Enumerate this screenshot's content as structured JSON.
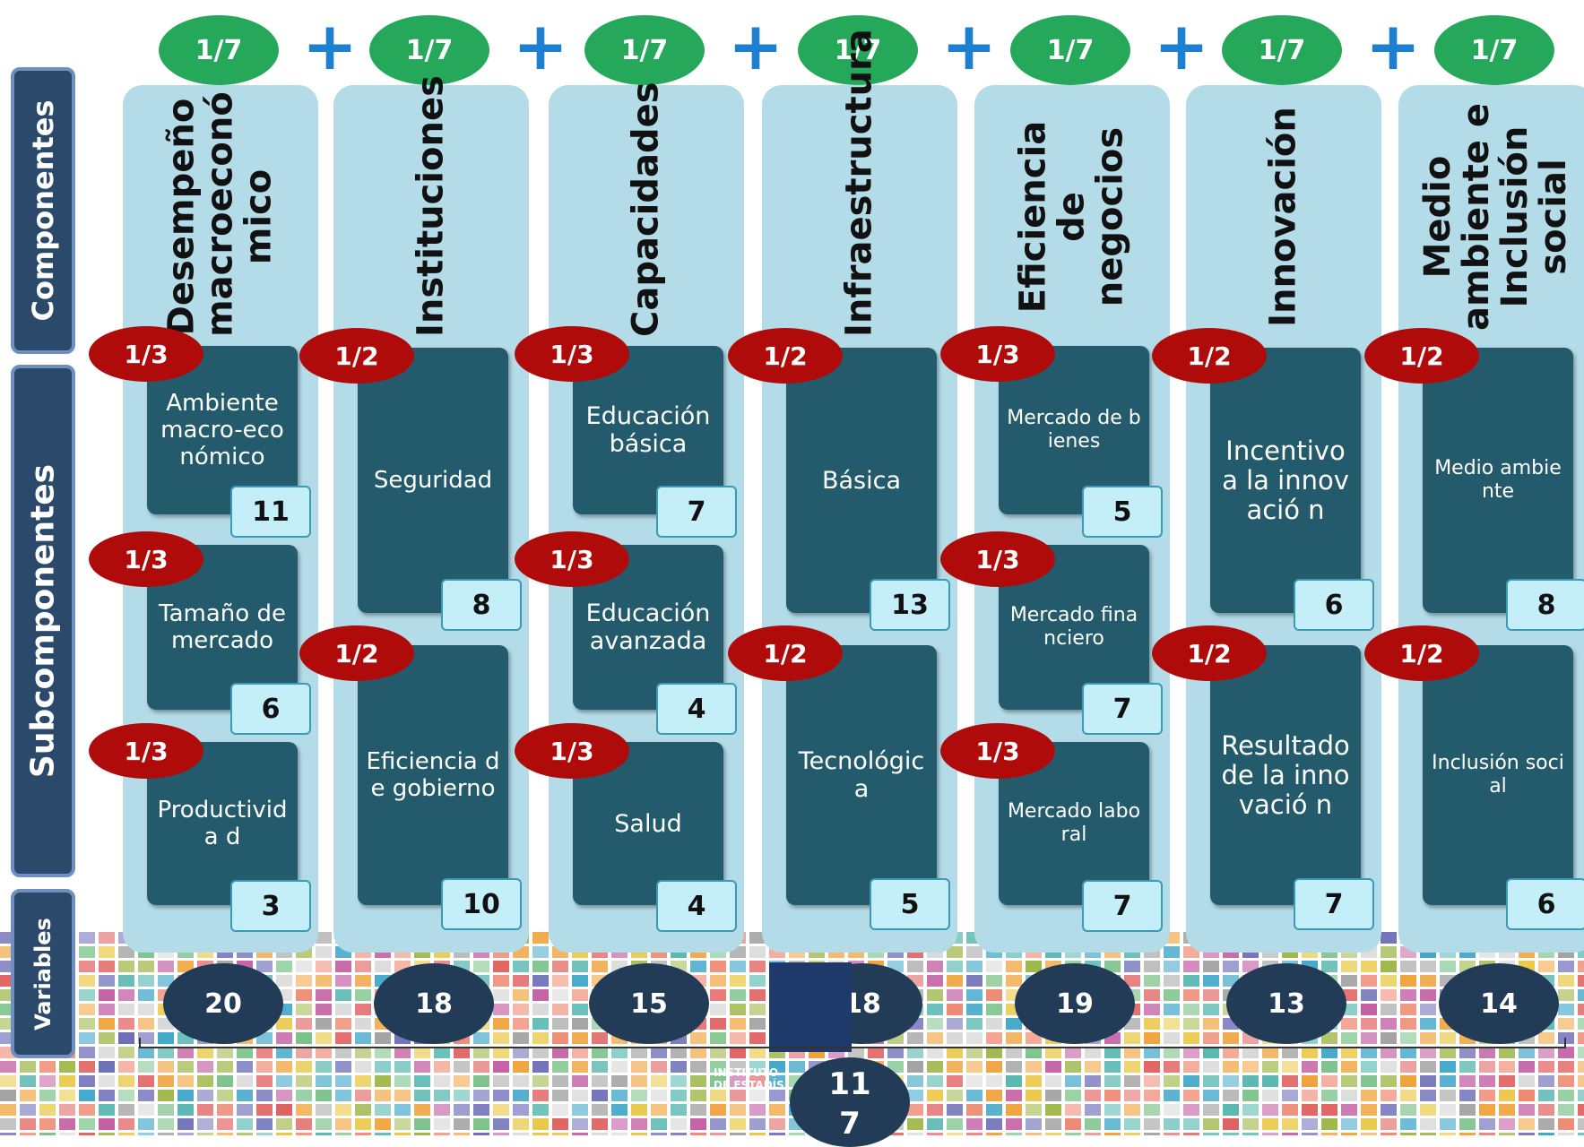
{
  "row_labels": {
    "componentes": "Componentes",
    "subcomponentes": "Subcomponentes",
    "variables": "Variables"
  },
  "components": [
    {
      "title": "Desempeño macroeconó mico",
      "weight": "1/7",
      "total": "20",
      "subs": [
        {
          "name": "Ambiente macro-económico",
          "weight": "1/3",
          "count": "11"
        },
        {
          "name": "Tamaño de mercado",
          "weight": "1/3",
          "count": "6"
        },
        {
          "name": "Productivida d",
          "weight": "1/3",
          "count": "3"
        }
      ]
    },
    {
      "title": "Instituciones",
      "weight": "1/7",
      "total": "18",
      "subs": [
        {
          "name": "Seguridad",
          "weight": "1/2",
          "count": "8"
        },
        {
          "name": "Eficiencia de gobierno",
          "weight": "1/2",
          "count": "10"
        }
      ]
    },
    {
      "title": "Capacidades",
      "weight": "1/7",
      "total": "15",
      "subs": [
        {
          "name": "Educación básica",
          "weight": "1/3",
          "count": "7"
        },
        {
          "name": "Educación avanzada",
          "weight": "1/3",
          "count": "4"
        },
        {
          "name": "Salud",
          "weight": "1/3",
          "count": "4"
        }
      ]
    },
    {
      "title": "Infraestructura",
      "weight": "1/7",
      "total": "18",
      "subs": [
        {
          "name": "Básica",
          "weight": "1/2",
          "count": "13"
        },
        {
          "name": "Tecnológic a",
          "weight": "1/2",
          "count": "5"
        }
      ]
    },
    {
      "title": "Eficiencia de negocios",
      "weight": "1/7",
      "total": "19",
      "subs": [
        {
          "name": "Mercado de bienes",
          "weight": "1/3",
          "count": "5"
        },
        {
          "name": "Mercado financiero",
          "weight": "1/3",
          "count": "7"
        },
        {
          "name": "Mercado laboral",
          "weight": "1/3",
          "count": "7"
        }
      ]
    },
    {
      "title": "Innovación",
      "weight": "1/7",
      "total": "13",
      "subs": [
        {
          "name": "Incentivo a la innovació n",
          "weight": "1/2",
          "count": "6"
        },
        {
          "name": "Resultado de la innovació n",
          "weight": "1/2",
          "count": "7"
        }
      ]
    },
    {
      "title": "Medio ambiente e Inclusión social",
      "weight": "1/7",
      "total": "14",
      "subs": [
        {
          "name": "Medio ambiente",
          "weight": "1/2",
          "count": "8"
        },
        {
          "name": "Inclusión social",
          "weight": "1/2",
          "count": "6"
        }
      ]
    }
  ],
  "plus_symbol": "+",
  "grand_total": "117",
  "logo_text": [
    "INSTITUTO",
    "DE ESTADÍS"
  ],
  "colors": {
    "panel": "#b4dce8",
    "weight": "#25a85a",
    "sub_box": "#235b6c",
    "sub_weight": "#b00b0b",
    "total": "#223c58",
    "plus": "#1d7fcf"
  }
}
